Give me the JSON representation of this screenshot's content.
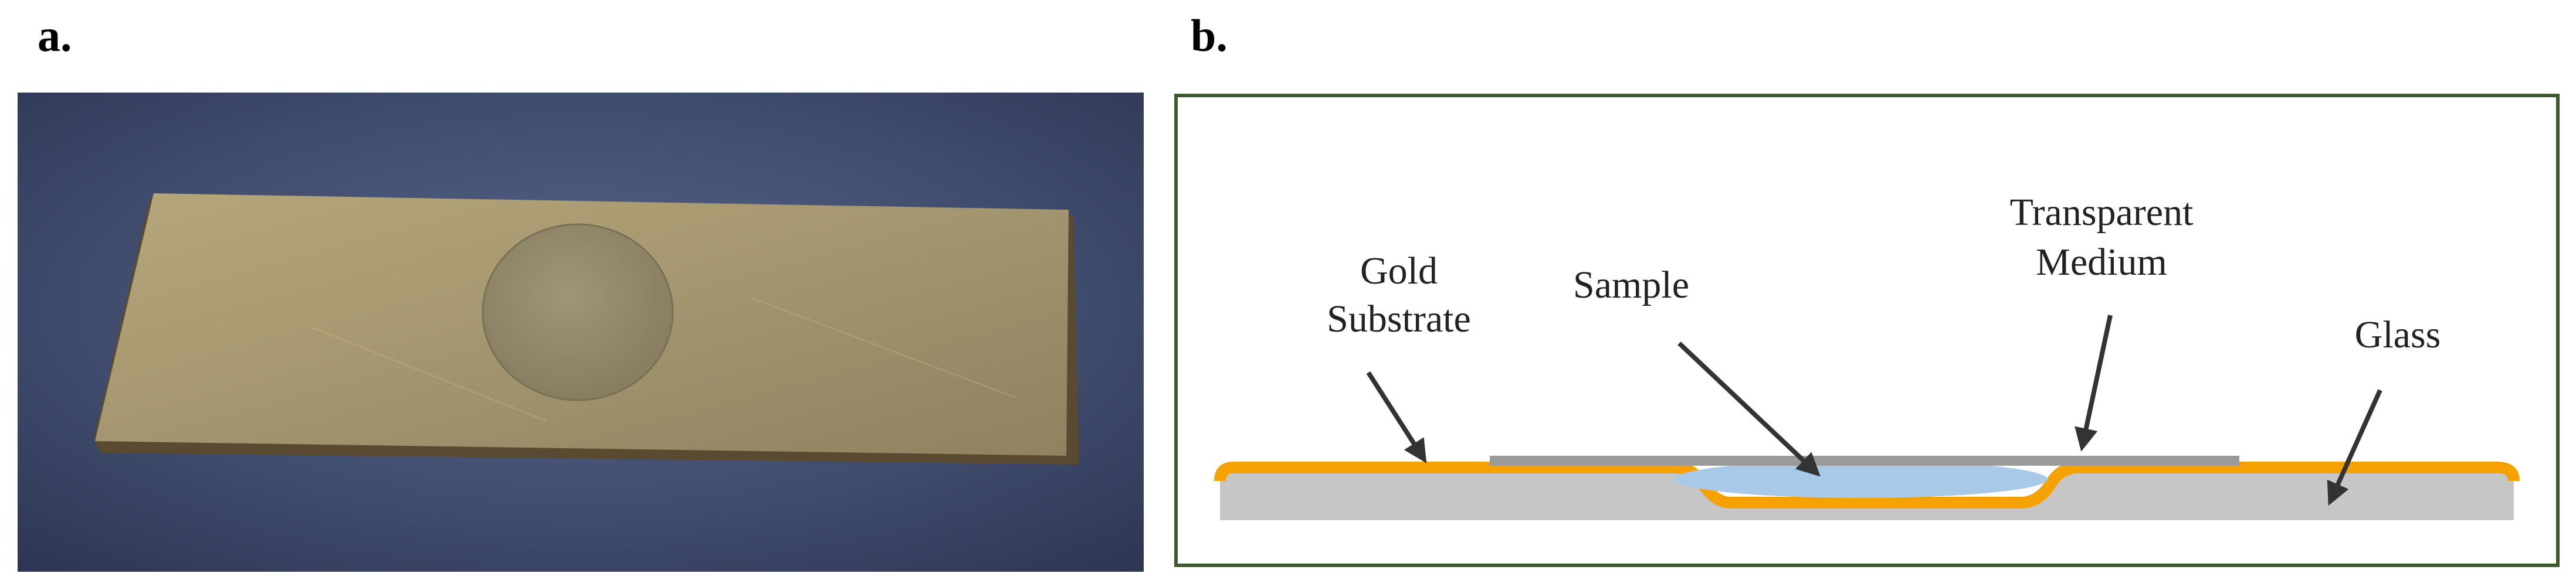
{
  "panels": {
    "a": {
      "label": "a."
    },
    "b": {
      "label": "b.",
      "labels": {
        "gold_line1": "Gold",
        "gold_line2": "Substrate",
        "sample": "Sample",
        "medium_line1": "Transparent",
        "medium_line2": "Medium",
        "glass": "Glass"
      }
    }
  },
  "colors": {
    "frame": "#3d5a2a",
    "gold": "#f5a200",
    "glass": "#c6c6c6",
    "sample": "#a9c9e8",
    "medium": "#9a9a9a",
    "arrow": "#333333"
  }
}
